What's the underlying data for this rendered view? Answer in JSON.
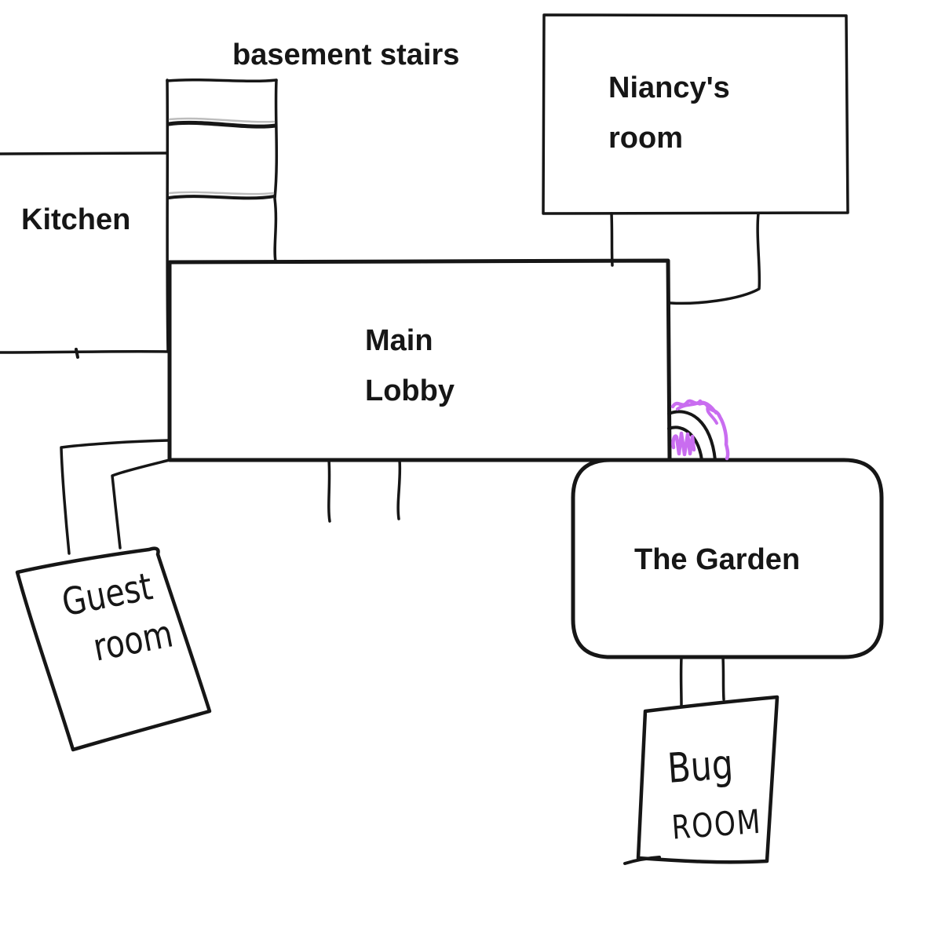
{
  "colors": {
    "background": "#ffffff",
    "ink": "#161616",
    "highlight": "#c96df0"
  },
  "labels": {
    "basement_stairs": "basement stairs",
    "kitchen": "Kitchen",
    "niancys_room": {
      "line1": "Niancy's",
      "line2": "room"
    },
    "main_lobby": {
      "line1": "Main",
      "line2": "Lobby"
    },
    "garden": "The Garden",
    "guest_room": {
      "line1": "Guest",
      "line2": "room"
    },
    "bug_room": {
      "line1": "Bug",
      "line2": "ROOM"
    }
  }
}
